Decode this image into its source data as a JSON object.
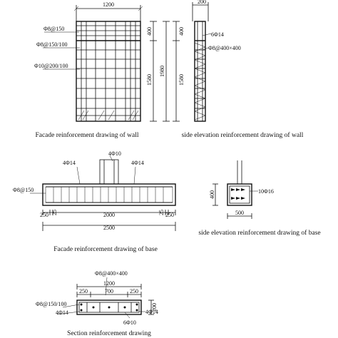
{
  "wall_facade": {
    "caption": "Facade reinforcement drawing of wall",
    "dim_width": "1200",
    "dim_top": "400",
    "dim_inner": "1580",
    "dim_total": "1980",
    "rebar_1": "Φ8@150",
    "rebar_2": "Φ8@150/100",
    "rebar_3": "Φ10@200/100"
  },
  "wall_side": {
    "caption": "side elevation reinforcement drawing of wall",
    "dim_width": "200",
    "dim_top": "400",
    "dim_lower": "1580",
    "rebar_1": "6Φ14",
    "rebar_2": "Φ8@400×400"
  },
  "base_facade": {
    "caption": "Facade reinforcement drawing of base",
    "rebar_left_top": "4Φ14",
    "rebar_mid_top": "4Φ10",
    "rebar_right_top": "4Φ14",
    "rebar_side": "Φ8@150",
    "dim_edge_left": "250",
    "dim_edge_right": "250",
    "dim_small_left": "25",
    "dim_small_right": "25",
    "dim_inner": "2000",
    "dim_total": "2500"
  },
  "base_side": {
    "caption": "side elevation reinforcement drawing of base",
    "dim_height": "400",
    "dim_width": "500",
    "rebar": "10Φ16"
  },
  "section": {
    "caption": "Section reinforcement drawing",
    "rebar_top": "Φ8@400×400",
    "dim_total": "1200",
    "dim_left": "250",
    "dim_mid": "700",
    "dim_right": "250",
    "rebar_left_1": "Φ8@150/100",
    "rebar_left_2": "4Φ14",
    "rebar_bottom": "6Φ10",
    "dim_height": "200",
    "rebar_right": "4Φ14"
  }
}
